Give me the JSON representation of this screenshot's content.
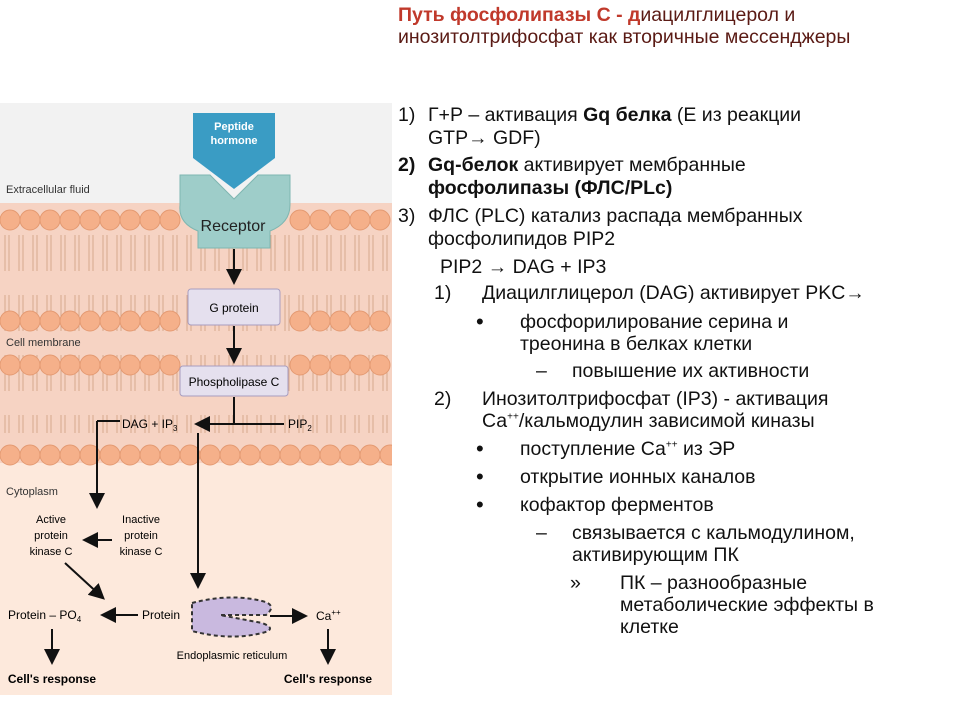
{
  "title": {
    "red": "Путь фосфолипазы С - д",
    "rest": "иацилглицерол и инозитолтрифосфат как вторичные мессенджеры"
  },
  "diagram": {
    "peptide_hormone_1": "Peptide",
    "peptide_hormone_2": "hormone",
    "extracellular": "Extracellular fluid",
    "receptor": "Receptor",
    "g_protein": "G protein",
    "cell_membrane": "Cell membrane",
    "phospholipase": "Phospholipase C",
    "dag": "DAG + IP",
    "dag_sub": "3",
    "pip": "PIP",
    "pip_sub": "2",
    "cytoplasm": "Cytoplasm",
    "active_1": "Active",
    "active_2": "protein",
    "active_3": "kinase C",
    "inactive_1": "Inactive",
    "inactive_2": "protein",
    "inactive_3": "kinase C",
    "protein_po4": "Protein – PO",
    "po4_sub": "4",
    "protein": "Protein",
    "ca": "Ca",
    "ca_sup": "++",
    "er": "Endoplasmic reticulum",
    "response_left": "Cell's response",
    "response_right": "Cell's response"
  },
  "list": {
    "n1_marker": "1)",
    "n1_a": "Г+Р – активация ",
    "n1_b": "Gq белка",
    "n1_c": " (Е из реакции",
    "n1_line2": "GTP→ GDF)",
    "n2_marker": "2)",
    "n2_a": "Gq-белок",
    "n2_b": " активирует мембранные",
    "n2_line2": "фосфолипазы (ФЛС/PLc)",
    "n3_marker": "3)",
    "n3_line1": "ФЛС (PLC) катализ распада мембранных",
    "n3_line2": "фосфолипидов PIP2",
    "reaction": "PIP2 → DAG + IP3",
    "s1_marker": "1)",
    "s1_text": "Диацилглицерол (DAG) активирует PKC→",
    "s1_b1_line1": "фосфорилирование серина и",
    "s1_b1_line2": "треонина в белках клетки",
    "s1_dash_marker": "–",
    "s1_dash_text": "повышение их активности",
    "s2_marker": "2)",
    "s2_line1": "Инозитолтрифосфат (IP3)  - активация",
    "s2_line2_a": "Са",
    "s2_line2_sup": "++",
    "s2_line2_b": "/кальмодулин зависимой киназы",
    "b2_a": "поступление Са",
    "b2_sup": "++",
    "b2_b": " из ЭР",
    "b3": "открытие ионных каналов",
    "b4": "кофактор ферментов",
    "b4_dash_marker": "–",
    "b4_dash_line1": "связывается с кальмодулином,",
    "b4_dash_line2": "активирующим ПК",
    "b4_sub_marker": "»",
    "b4_sub_line1": "ПК – разнообразные",
    "b4_sub_line2": "метаболические эффекты в",
    "b4_sub_line3": "клетке"
  },
  "colors": {
    "title_red": "#c0392b",
    "membrane": "#f5b08a",
    "cytoplasm": "#fbe3d3",
    "extracellular": "#f2f2f2",
    "receptor": "#9ecdc9",
    "box": "#e5e0ee",
    "hormone": "#3a9cc4"
  }
}
